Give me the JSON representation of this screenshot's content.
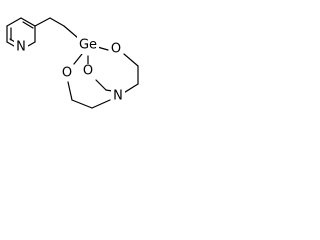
{
  "molecule": {
    "atoms": {
      "pyridine_n": "N",
      "germanium": "Ge",
      "oxygen_right": "O",
      "oxygen_left": "O",
      "oxygen_middle": "O",
      "bridgehead_n": "N"
    }
  },
  "colors": {
    "bond": "#000000",
    "label": "#000000",
    "background": "#ffffff"
  }
}
